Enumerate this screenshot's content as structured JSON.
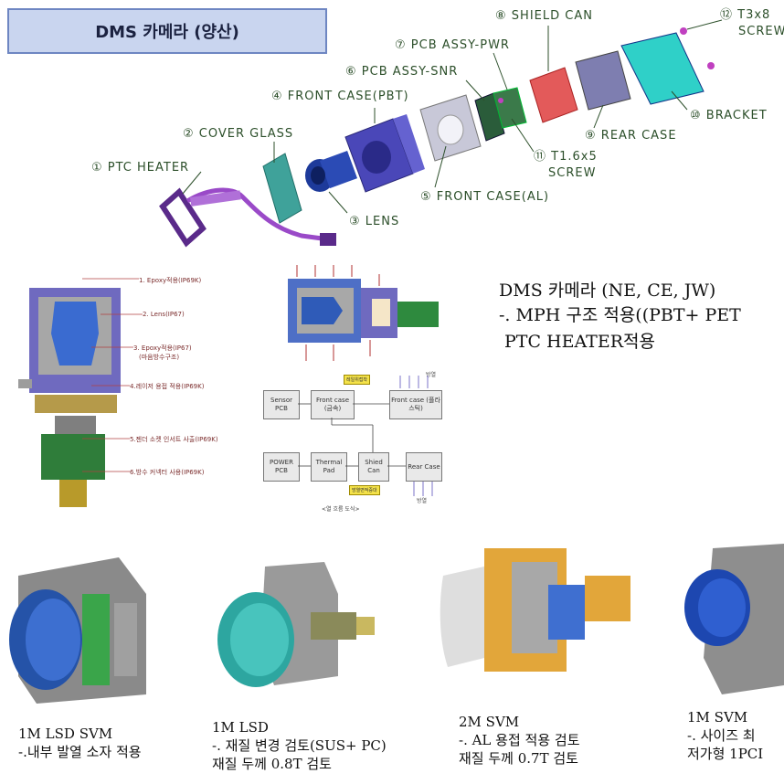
{
  "title": "DMS 카메라 (양산)",
  "exploded_parts": [
    {
      "label": "① PTC  HEATER"
    },
    {
      "label": "② COVER GLASS"
    },
    {
      "label": "③ LENS"
    },
    {
      "label": "④ FRONT CASE(PBT)"
    },
    {
      "label": "⑤ FRONT  CASE(AL)"
    },
    {
      "label": "⑥ PCB ASSY-SNR"
    },
    {
      "label": "⑦ PCB ASSY-PWR"
    },
    {
      "label": "⑧ SHIELD  CAN"
    },
    {
      "label": "⑨ REAR CASE"
    },
    {
      "label": "⑩ BRACKET"
    },
    {
      "label_line1": "⑪ T1.6x5",
      "label_line2": "SCREW"
    },
    {
      "label_line1": "⑫ T3x8",
      "label_line2": "SCREW"
    }
  ],
  "cross_section_labels": [
    "1. Epoxy적용(IP69K)",
    "2. Lens(IP67)",
    "3. Epoxy적용(IP67)",
    "(마음방수구조)",
    "4.레이저 용접 적용(IP69K)",
    "5.젠더 소켓 인서트 사출(IP69K)",
    "6.방수 커넥터 사용(IP69K)"
  ],
  "thermal_flow": {
    "sensor_pcb": "Sensor PCB",
    "front_case_metal": "Front case (금속)",
    "front_case_plastic": "Front case (플라스틱)",
    "power_pcb": "POWER PCB",
    "thermal_pad": "Thermal Pad",
    "shield_can": "Shied Can",
    "rear_case": "Rear Case",
    "tag_top": "레일위접착",
    "tag_bottom": "방열면적증대",
    "out_label_top": "방열",
    "out_label_bottom": "방열",
    "caption": "<열 흐름 도식>"
  },
  "spec": {
    "line1": "DMS 카메라 (NE, CE, JW)",
    "line2": "-. MPH 구조 적용((PBT+ PET",
    "line3": "PTC HEATER적용"
  },
  "cameras": [
    {
      "name": "1M LSD SVM",
      "note1": "-.내부 발열 소자 적용",
      "note2": ""
    },
    {
      "name": "1M LSD",
      "note1": "-. 재질 변경 검토(SUS+ PC)",
      "note2": "재질 두께 0.8T 검토"
    },
    {
      "name": "2M SVM",
      "note1": "-. AL 용접 적용 검토",
      "note2": "재질 두께 0.7T 검토"
    },
    {
      "name": "1M SVM",
      "note1": "-. 사이즈 최",
      "note2": "저가형 1PCI"
    }
  ]
}
